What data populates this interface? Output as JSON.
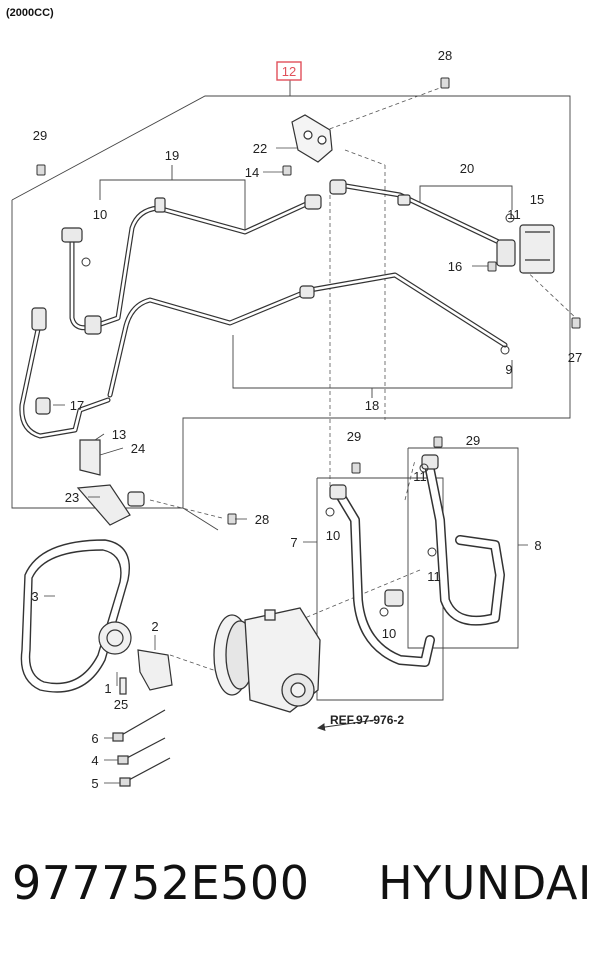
{
  "variant_label": "(2000CC)",
  "highlighted_callout": "12",
  "callouts": {
    "c1": "1",
    "c2": "2",
    "c3": "3",
    "c4": "4",
    "c5": "5",
    "c6": "6",
    "c7": "7",
    "c8": "8",
    "c9": "9",
    "c10a": "10",
    "c10b": "10",
    "c10c": "10",
    "c11a": "11",
    "c11b": "11",
    "c11c": "11",
    "c13": "13",
    "c14": "14",
    "c15": "15",
    "c16": "16",
    "c17": "17",
    "c18": "18",
    "c19": "19",
    "c20": "20",
    "c22": "22",
    "c23": "23",
    "c24": "24",
    "c25": "25",
    "c27": "27",
    "c28a": "28",
    "c28b": "28",
    "c29a": "29",
    "c29b": "29",
    "c29c": "29"
  },
  "reference_label": "REF.97-976-2",
  "footer": {
    "part_number": "977752E500",
    "brand": "HYUNDAI"
  }
}
